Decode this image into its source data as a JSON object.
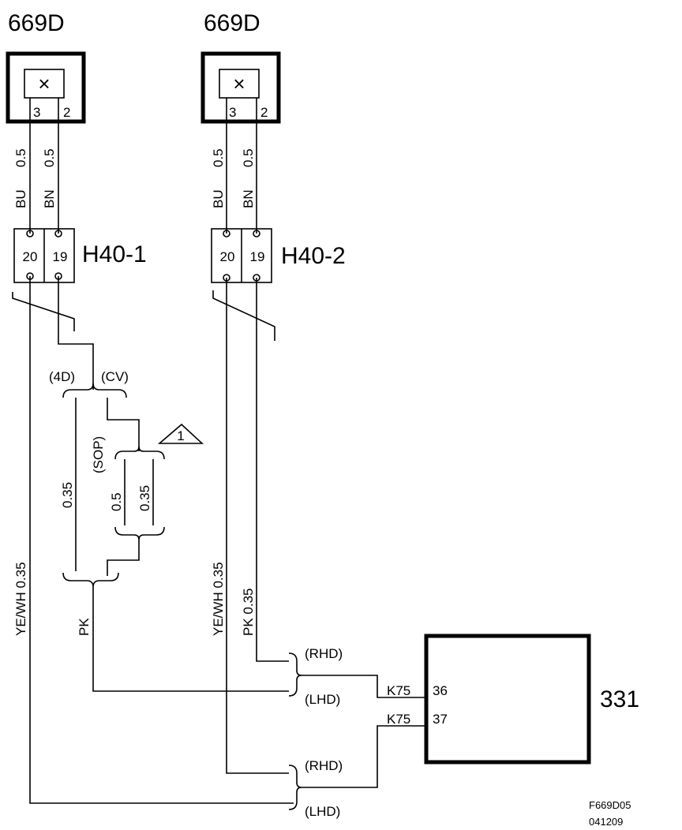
{
  "components": {
    "left_component": {
      "label": "669D",
      "symbol": "×",
      "pin_a": "3",
      "pin_b": "2"
    },
    "right_component": {
      "label": "669D",
      "symbol": "×",
      "pin_a": "3",
      "pin_b": "2"
    },
    "control_unit": {
      "label": "331"
    }
  },
  "wire_labels": {
    "left_size_a": "0.5",
    "left_size_b": "0.5",
    "left_color_a": "BU",
    "left_color_b": "BN",
    "right_size_a": "0.5",
    "right_size_b": "0.5",
    "right_color_a": "BU",
    "right_color_b": "BN",
    "left_long": "YE/WH 0.35",
    "right_long_a": "YE/WH 0.35",
    "right_long_b": "PK 0.35",
    "pk": "PK",
    "mid_0_35": "0.35",
    "sop_0_5": "0.5",
    "sop_0_35": "0.35"
  },
  "connectors": {
    "h40_1": {
      "label": "H40-1",
      "pin_a": "20",
      "pin_b": "19"
    },
    "h40_2": {
      "label": "H40-2",
      "pin_a": "20",
      "pin_b": "19"
    }
  },
  "variants": {
    "v4d": "(4D)",
    "vcv": "(CV)",
    "vsop": "(SOP)",
    "rhd1": "(RHD)",
    "lhd1": "(LHD)",
    "rhd2": "(RHD)",
    "lhd2": "(LHD)"
  },
  "note": "1",
  "pins": {
    "k75_a": "K75",
    "pin_36": "36",
    "k75_b": "K75",
    "pin_37": "37"
  },
  "footer": {
    "figure_id": "F669D05",
    "date_code": "041209"
  }
}
